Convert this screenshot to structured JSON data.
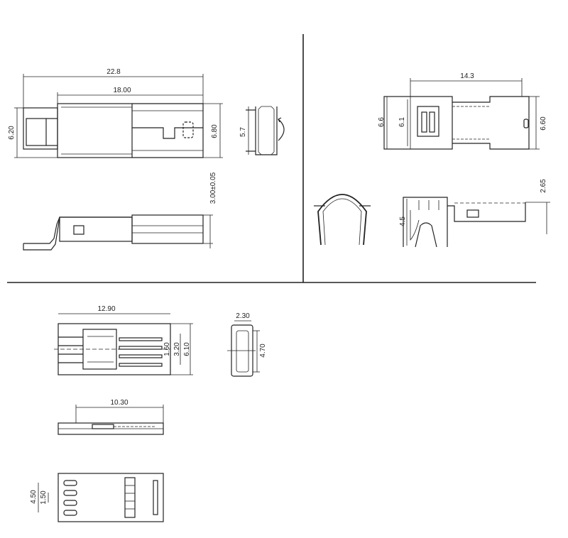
{
  "dimensions": {
    "top_left_length_total": "22.8",
    "top_left_length_body": "18.00",
    "top_left_height_left": "6.20",
    "top_left_height_right": "6.80",
    "top_left_end_view_height": "5.7",
    "top_left_side_thickness": "3.00±0.05",
    "top_right_length": "14.3",
    "top_right_height_outer": "6.6",
    "top_right_height_inner": "6.1",
    "top_right_height_right": "6.60",
    "top_right_side_height": "2.65",
    "top_right_side_small": "4.5",
    "bottom_length": "12.90",
    "bottom_pitch": "1.60",
    "bottom_span": "3.20",
    "bottom_width": "6.10",
    "bottom_end_width": "2.30",
    "bottom_end_height": "4.70",
    "bottom_side_length": "10.30",
    "bottom_pad_outer": "4.50",
    "bottom_pad_pitch": "1.50"
  }
}
